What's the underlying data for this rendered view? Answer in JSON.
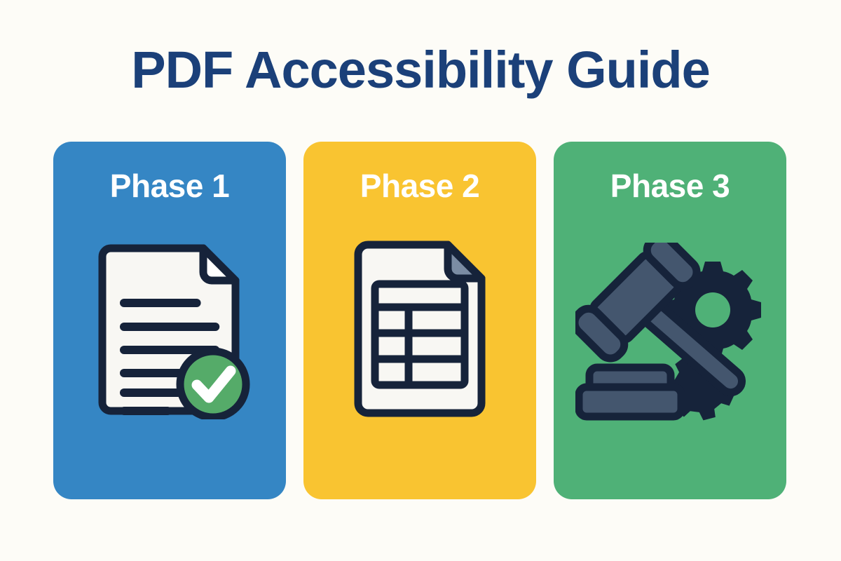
{
  "page": {
    "title": "PDF Accessibility Guide",
    "background_color": "#fdfcf7",
    "title_color": "#1b4079"
  },
  "colors": {
    "navy_ink": "#16233a",
    "paper": "#f8f7f3",
    "paper_fold": "#7b8ca3",
    "check_green": "#55ab69",
    "gavel_slate": "#44566e",
    "white": "#ffffff"
  },
  "cards": [
    {
      "label": "Phase 1",
      "background_color": "#3586c4",
      "icon_name": "document-check-icon",
      "icon_description": "Text document with folded corner and green checkmark badge",
      "doc_line_widths": [
        70,
        88,
        88,
        72,
        58,
        42
      ]
    },
    {
      "label": "Phase 2",
      "background_color": "#f9c431",
      "icon_name": "document-table-icon",
      "icon_description": "Document with folded corner containing a data table with header row and three rows of two columns",
      "table_rows": 3,
      "table_columns": 2
    },
    {
      "label": "Phase 3",
      "background_color": "#4fb177",
      "icon_name": "gavel-gears-icon",
      "icon_description": "Judge gavel with sound block and two gears",
      "gear_teeth": 8
    }
  ]
}
